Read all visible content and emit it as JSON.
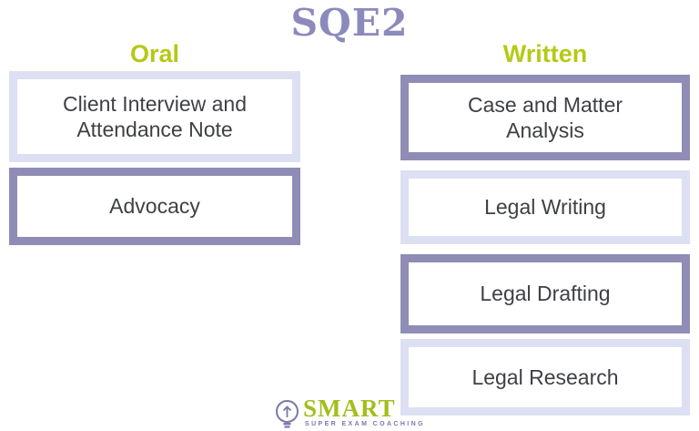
{
  "title": "SQE2",
  "columns": [
    {
      "heading": "Oral",
      "boxes": [
        {
          "label": "Client Interview and\nAttendance Note"
        },
        {
          "label": "Advocacy"
        }
      ]
    },
    {
      "heading": "Written",
      "boxes": [
        {
          "label": "Case and Matter\nAnalysis"
        },
        {
          "label": "Legal Writing"
        },
        {
          "label": "Legal Drafting"
        },
        {
          "label": "Legal Research"
        }
      ]
    }
  ],
  "logo": {
    "name": "SMART",
    "tagline": "SUPER EXAM COACHING",
    "icon": "lightbulb-icon"
  },
  "colors": {
    "title_purple": "#8b8abc",
    "heading_green": "#b5c916",
    "border_light": "#dde0f3",
    "border_dark": "#8f8db6",
    "box_text": "#3f4046",
    "logo_green": "#a4bd1b",
    "logo_purple": "#7b78ac"
  }
}
